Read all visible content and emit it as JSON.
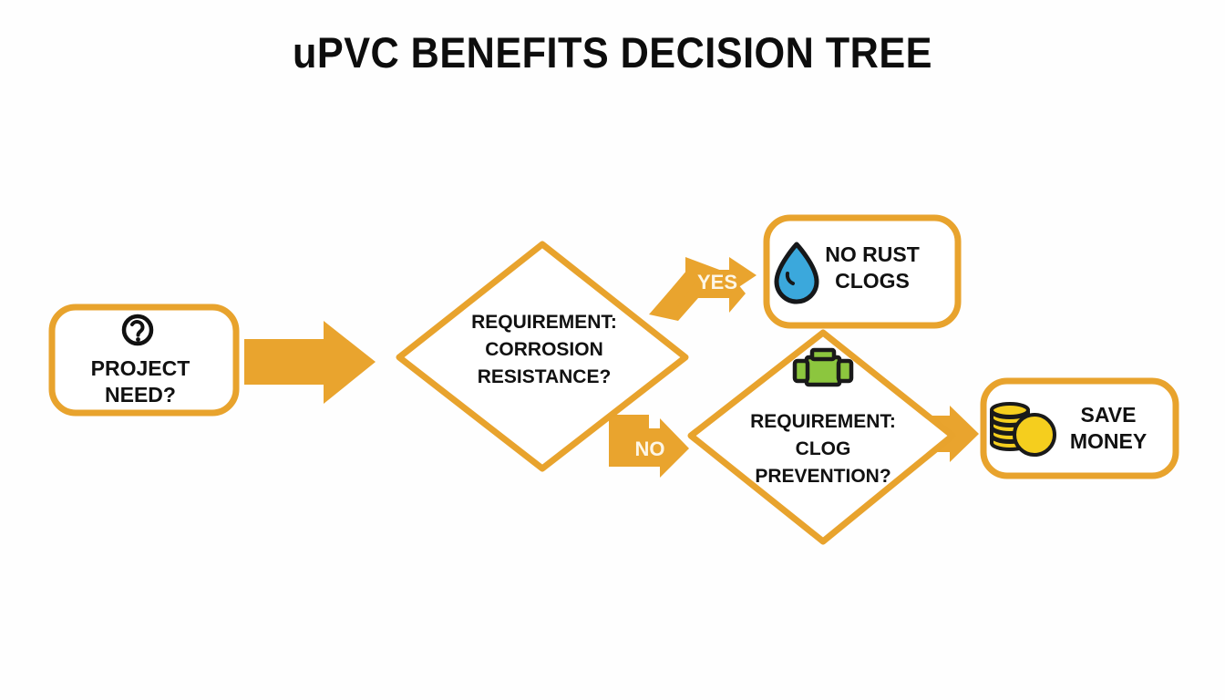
{
  "title": "uPVC BENEFITS DECISION TREE",
  "colors": {
    "accent_orange": "#E8A32D",
    "arrow_orange": "#E9A42E",
    "background": "#FEFEFE",
    "text_dark": "#111111",
    "edge_label_text": "#FDF6E6",
    "water_blue": "#3BA8DC",
    "pipe_green": "#8CC63E",
    "coin_gold": "#F5CE1E",
    "icon_outline": "#1A1A1A"
  },
  "nodes": [
    {
      "id": "project-need",
      "shape": "rounded-rect",
      "icon": "question-circle-icon",
      "lines": [
        "PROJECT",
        "NEED?"
      ]
    },
    {
      "id": "corrosion-resistance",
      "shape": "diamond",
      "icon": null,
      "lines": [
        "REQUIREMENT:",
        "CORROSION",
        "RESISTANCE?"
      ]
    },
    {
      "id": "no-rust-clogs",
      "shape": "rounded-rect",
      "icon": "water-drop-icon",
      "lines": [
        "NO RUST",
        "CLOGS"
      ]
    },
    {
      "id": "clog-prevention",
      "shape": "diamond",
      "icon": "pipe-fitting-icon",
      "lines": [
        "REQUIREMENT:",
        "CLOG",
        "PREVENTION?"
      ]
    },
    {
      "id": "save-money",
      "shape": "rounded-rect",
      "icon": "coins-icon",
      "lines": [
        "SAVE",
        "MONEY"
      ]
    }
  ],
  "edges": [
    {
      "id": "start-to-corrosion",
      "from": "project-need",
      "to": "corrosion-resistance",
      "label": ""
    },
    {
      "id": "corrosion-yes",
      "from": "corrosion-resistance",
      "to": "no-rust-clogs",
      "label": "YES"
    },
    {
      "id": "corrosion-no",
      "from": "corrosion-resistance",
      "to": "clog-prevention",
      "label": "NO"
    },
    {
      "id": "clog-to-save",
      "from": "clog-prevention",
      "to": "save-money",
      "label": ""
    }
  ]
}
